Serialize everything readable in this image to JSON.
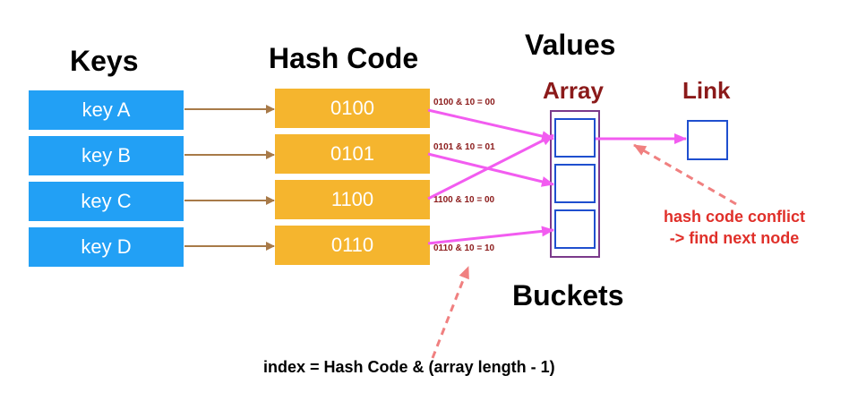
{
  "headings": {
    "keys": "Keys",
    "hash_code": "Hash Code",
    "values": "Values",
    "array": "Array",
    "link": "Link",
    "buckets": "Buckets"
  },
  "keys": [
    "key A",
    "key B",
    "key C",
    "key D"
  ],
  "hash_codes": [
    "0100",
    "0101",
    "1100",
    "0110"
  ],
  "operations": [
    "0100 & 10 = 00",
    "0101 & 10 = 01",
    "1100 & 10 = 00",
    "0110 & 10 = 10"
  ],
  "bucket_targets": [
    0,
    1,
    0,
    2
  ],
  "bucket_count": 3,
  "annotations": {
    "conflict_line1": "hash code conflict",
    "conflict_line2": "-> find next node",
    "formula": "index = Hash Code & (array length - 1)"
  },
  "colors": {
    "key_fill": "#22a0f5",
    "hash_fill": "#f5b52e",
    "key_arrow": "#a87a48",
    "map_arrow": "#f25cf0",
    "dashed_arrow": "#f08080",
    "label_red": "#8b1a1a",
    "conflict_red": "#e0302a"
  }
}
